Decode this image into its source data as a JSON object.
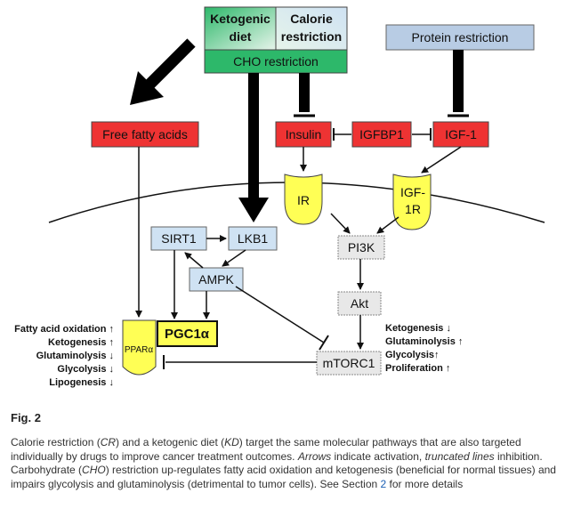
{
  "diagram": {
    "nodes": {
      "ketogenic_diet": "Ketogenic diet",
      "ketogenic_line1": "Ketogenic",
      "ketogenic_line2": "diet",
      "calorie_line1": "Calorie",
      "calorie_line2": "restriction",
      "cho_restriction": "CHO restriction",
      "protein_restriction": "Protein restriction",
      "free_fatty_acids": "Free fatty acids",
      "insulin": "Insulin",
      "igfbp1": "IGFBP1",
      "igf1": "IGF-1",
      "ir": "IR",
      "igf1r_line1": "IGF-",
      "igf1r_line2": "1R",
      "sirt1": "SIRT1",
      "lkb1": "LKB1",
      "ampk": "AMPK",
      "pi3k": "PI3K",
      "akt": "Akt",
      "pgc1a": "PGC1α",
      "ppara": "PPARα",
      "mtorc1": "mTORC1"
    },
    "ppar_effects": [
      "Fatty acid oxidation ↑",
      "Ketogenesis ↑",
      "Glutaminolysis ↓",
      "Glycolysis ↓",
      "Lipogenesis ↓"
    ],
    "mtorc1_effects": [
      "Ketogenesis ↓",
      "Glutaminolysis ↑",
      "Glycolysis↑",
      "Proliferation ↑"
    ],
    "colors": {
      "red": "#ee3333",
      "green": "#2db86a",
      "light_blue": "#cfe2f3",
      "steel_blue": "#b8cce4",
      "yellow": "#ffff55",
      "grey": "#e8e8e8"
    }
  },
  "figure": {
    "label": "Fig. 2",
    "caption_parts": [
      "Calorie restriction (",
      "CR",
      ") and a ketogenic diet (",
      "KD",
      ") target the same molecular pathways that are also targeted individually by drugs to improve cancer treatment outcomes. ",
      "Arrows",
      " indicate activation, ",
      "truncated lines",
      " inhibition. Carbohydrate (",
      "CHO",
      ") restriction up-regulates fatty acid oxidation and ketogenesis (beneficial for normal tissues) and impairs glycolysis and glutaminolysis (detrimental to tumor cells). See Section ",
      "2",
      " for more details"
    ]
  }
}
